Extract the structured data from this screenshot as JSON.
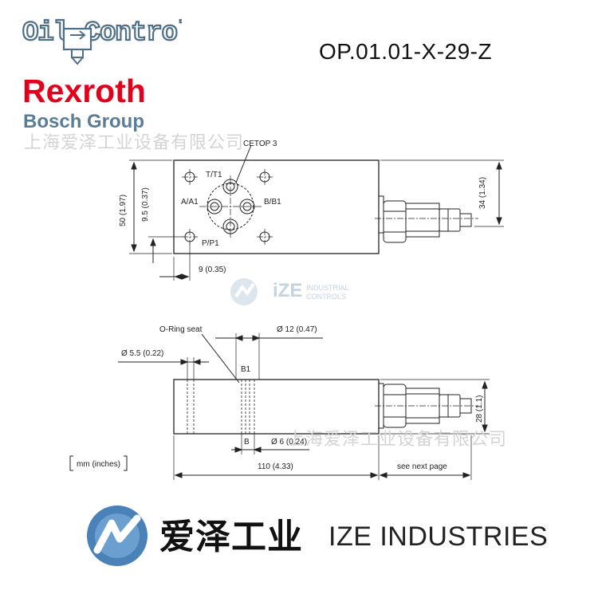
{
  "header": {
    "oil_control_logo": "Oil Control",
    "rexroth": "Rexroth",
    "bosch_group": "Bosch Group",
    "part_number": "OP.01.01-X-29-Z"
  },
  "watermarks": {
    "company_cn": "上海爱泽工业设备有限公司",
    "ize_logo_text": "iZE",
    "ize_industrial": "INDUSTRIAL",
    "ize_controls": "CONTROLS"
  },
  "top_view": {
    "cetop": "CETOP 3",
    "port_t": "T/T1",
    "port_a": "A/A1",
    "port_b": "B/B1",
    "port_p": "P/P1",
    "dim_height": "50 (1.97)",
    "dim_port_offset": "9.5 (0.37)",
    "dim_bottom": "9 (0.35)",
    "dim_right": "34 (1.34)"
  },
  "side_view": {
    "oring": "O-Ring seat",
    "dia_12": "Ø 12 (0.47)",
    "dia_5_5": "Ø 5.5 (0.22)",
    "b1": "B1",
    "b": "B",
    "dia_6": "Ø 6 (0.24)",
    "dim_28": "28 (1.1)",
    "dim_110": "110 (4.33)",
    "see_next": "see next page",
    "units": "mm  (inches)"
  },
  "footer": {
    "brand_cn": "爱泽工业",
    "brand_en": "IZE INDUSTRIES"
  }
}
